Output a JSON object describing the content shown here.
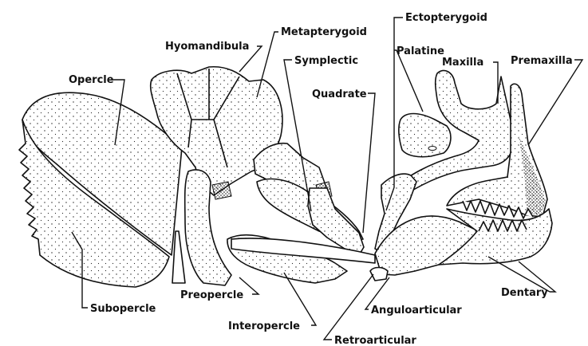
{
  "diagram": {
    "labels": {
      "hyomandibula": "Hyomandibula",
      "metapterygoid": "Metapterygoid",
      "ectopterygoid": "Ectopterygoid",
      "palatine": "Palatine",
      "maxilla": "Maxilla",
      "premaxilla": "Premaxilla",
      "opercle": "Opercle",
      "symplectic": "Symplectic",
      "quadrate": "Quadrate",
      "subopercle": "Subopercle",
      "preopercle": "Preopercle",
      "interopercle": "Interopercle",
      "retroarticular": "Retroarticular",
      "anguloarticular": "Anguloarticular",
      "dentary": "Dentary"
    }
  }
}
